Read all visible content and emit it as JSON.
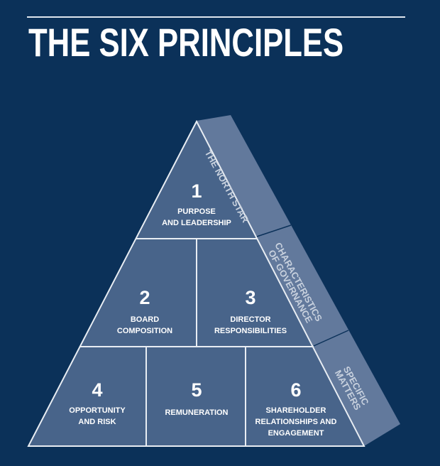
{
  "title": "THE SIX PRINCIPLES",
  "principles": [
    {
      "number": "1",
      "lines": [
        "PURPOSE",
        "AND LEADERSHIP"
      ]
    },
    {
      "number": "2",
      "lines": [
        "BOARD",
        "COMPOSITION"
      ]
    },
    {
      "number": "3",
      "lines": [
        "DIRECTOR",
        "RESPONSIBILITIES"
      ]
    },
    {
      "number": "4",
      "lines": [
        "OPPORTUNITY",
        "AND RISK"
      ]
    },
    {
      "number": "5",
      "lines": [
        "REMUNERATION"
      ]
    },
    {
      "number": "6",
      "lines": [
        "SHAREHOLDER",
        "RELATIONSHIPS AND",
        "ENGAGEMENT"
      ]
    }
  ],
  "tiers": [
    {
      "lines": [
        "THE NORTH STAR"
      ]
    },
    {
      "lines": [
        "CHARACTERISTICS",
        "OF GOVERNANCE"
      ]
    },
    {
      "lines": [
        "SPECIFIC",
        "MATTERS"
      ]
    }
  ],
  "colors": {
    "background": "#0b3159",
    "pyramid": "#48648a",
    "band": "#62799c"
  }
}
